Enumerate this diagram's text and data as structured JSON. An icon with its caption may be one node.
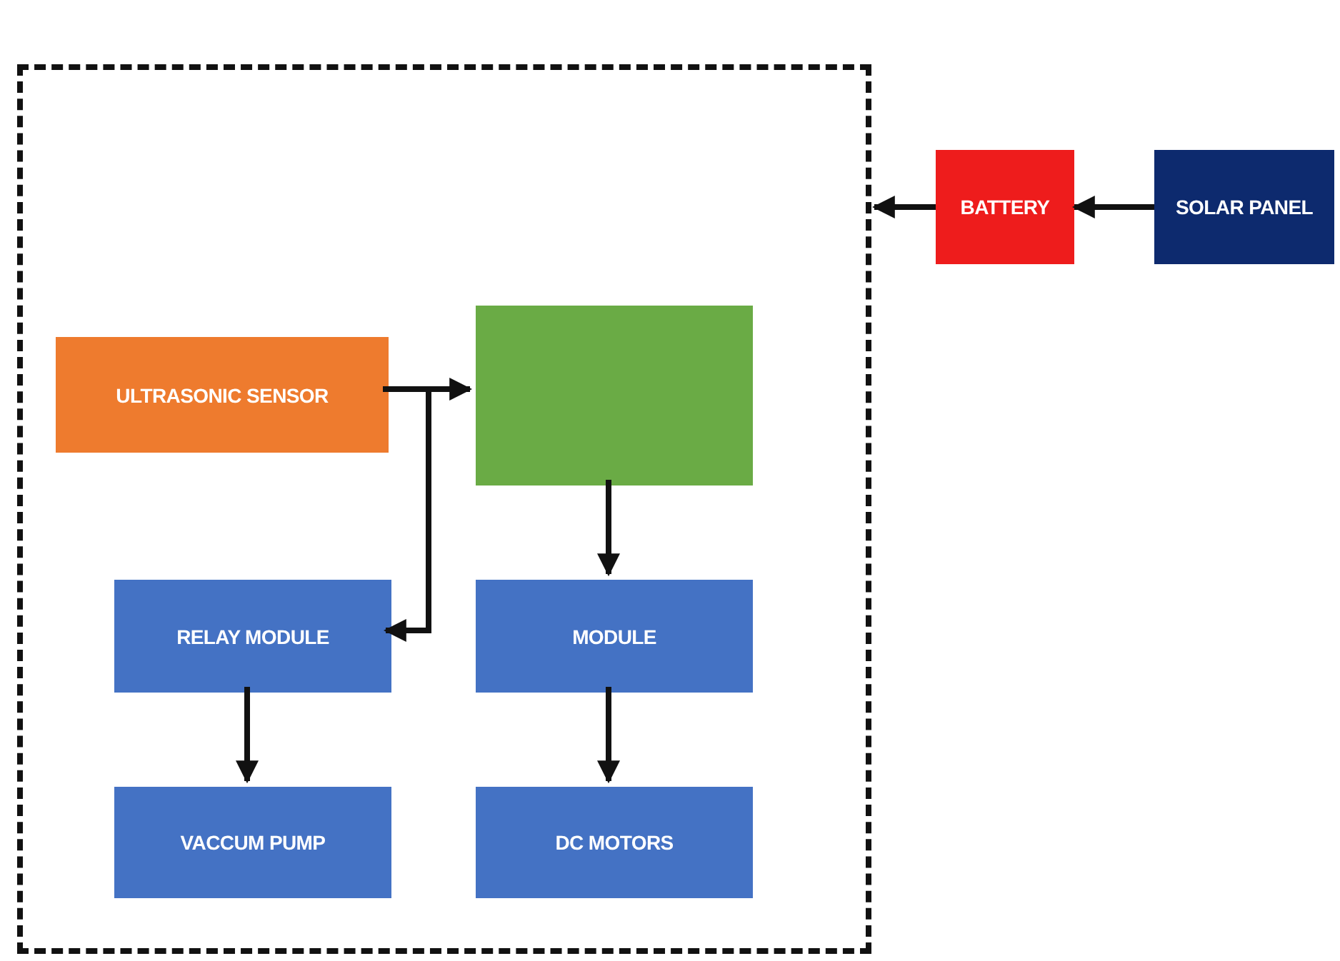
{
  "diagram": {
    "nodes": [
      {
        "text": [],
        "shape": "box"
      },
      {
        "text": [
          "BATTERY"
        ]
      },
      {
        "text": [
          "SOLAR PANEL"
        ]
      },
      {
        "text": [
          "ULTRASONIC SENSOR"
        ],
        "in": 0
      },
      {
        "text": [],
        "shape": "box",
        "in": 0
      },
      {
        "text": [
          "RELAY MODULE"
        ],
        "in": 0
      },
      {
        "text": [
          "MODULE"
        ],
        "in": 0
      },
      {
        "text": [
          "VACCUM PUMP"
        ],
        "in": 0
      },
      {
        "text": [
          "DC MOTORS"
        ],
        "in": 0
      }
    ],
    "edges": [
      {
        "from": 2,
        "to": 1,
        "arrow": "to"
      },
      {
        "from": 1,
        "to": 0,
        "arrow": "to"
      },
      {
        "from": 3,
        "to": 4,
        "arrow": "to"
      },
      {
        "from": 3,
        "to": 5,
        "arrow": "to"
      },
      {
        "from": 4,
        "to": 6,
        "arrow": "to"
      },
      {
        "from": 5,
        "to": 7,
        "arrow": "to"
      },
      {
        "from": 6,
        "to": 8,
        "arrow": "to"
      }
    ]
  }
}
